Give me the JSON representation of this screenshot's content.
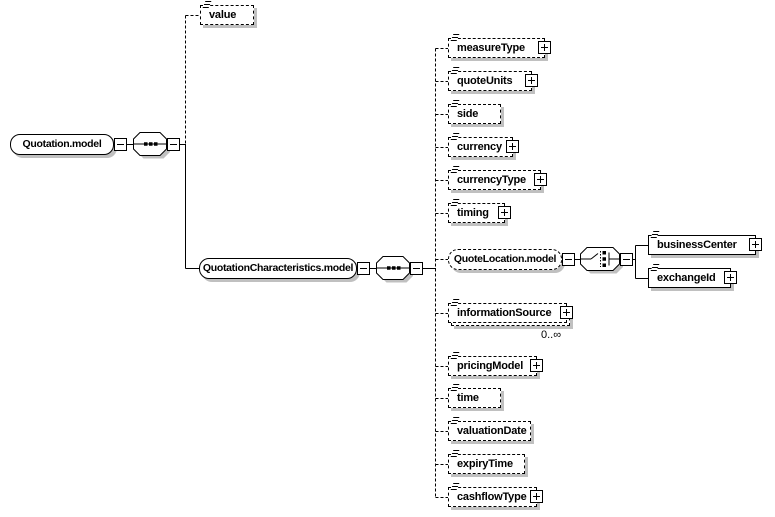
{
  "diagram": {
    "nodes": {
      "root": {
        "label": "Quotation.model"
      },
      "value": {
        "label": "value"
      },
      "characteristics": {
        "label": "QuotationCharacteristics.model"
      },
      "measureType": {
        "label": "measureType"
      },
      "quoteUnits": {
        "label": "quoteUnits"
      },
      "side": {
        "label": "side"
      },
      "currency": {
        "label": "currency"
      },
      "currencyType": {
        "label": "currencyType"
      },
      "timing": {
        "label": "timing"
      },
      "quoteLocation": {
        "label": "QuoteLocation.model"
      },
      "businessCenter": {
        "label": "businessCenter"
      },
      "exchangeId": {
        "label": "exchangeId"
      },
      "informationSource": {
        "label": "informationSource",
        "occurrence": "0..∞"
      },
      "pricingModel": {
        "label": "pricingModel"
      },
      "time": {
        "label": "time"
      },
      "valuationDate": {
        "label": "valuationDate"
      },
      "expiryTime": {
        "label": "expiryTime"
      },
      "cashflowType": {
        "label": "cashflowType"
      }
    },
    "colors": {
      "line": "#000000",
      "shadow": "#c0c0c0",
      "fill": "#ffffff"
    }
  }
}
